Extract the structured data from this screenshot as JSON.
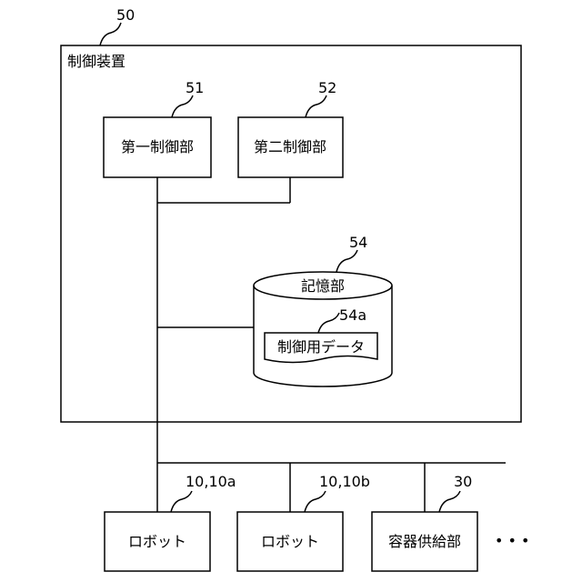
{
  "control_device": {
    "ref": "50",
    "label": "制御装置"
  },
  "first_controller": {
    "ref": "51",
    "label": "第一制御部"
  },
  "second_controller": {
    "ref": "52",
    "label": "第二制御部"
  },
  "storage": {
    "ref": "54",
    "label": "記憶部"
  },
  "control_data": {
    "ref": "54a",
    "label": "制御用データ"
  },
  "robot_a": {
    "ref": "10,10a",
    "label": "ロボット"
  },
  "robot_b": {
    "ref": "10,10b",
    "label": "ロボット"
  },
  "container_supply": {
    "ref": "30",
    "label": "容器供給部"
  },
  "ellipsis": "• • •"
}
